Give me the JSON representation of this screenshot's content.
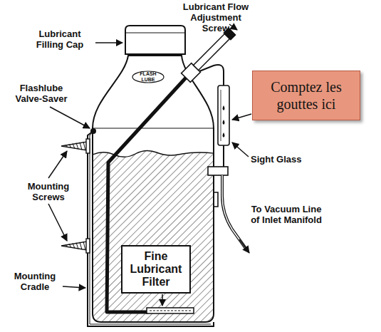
{
  "diagram": {
    "nodes": [
      {
        "text": [
          "Comptez les gouttes ici"
        ]
      },
      {
        "text": [
          "Fine Lubricant Filter"
        ]
      }
    ],
    "labels": [
      "Lubricant Flow Adjustment Screw",
      "Lubricant Filling Cap",
      "FLASH LUBE",
      "Flashlube Valve-Saver",
      "Sight Glass",
      "Mounting Screws",
      "To Vacuum Line of Inlet Manifold",
      "Mounting Cradle"
    ]
  }
}
